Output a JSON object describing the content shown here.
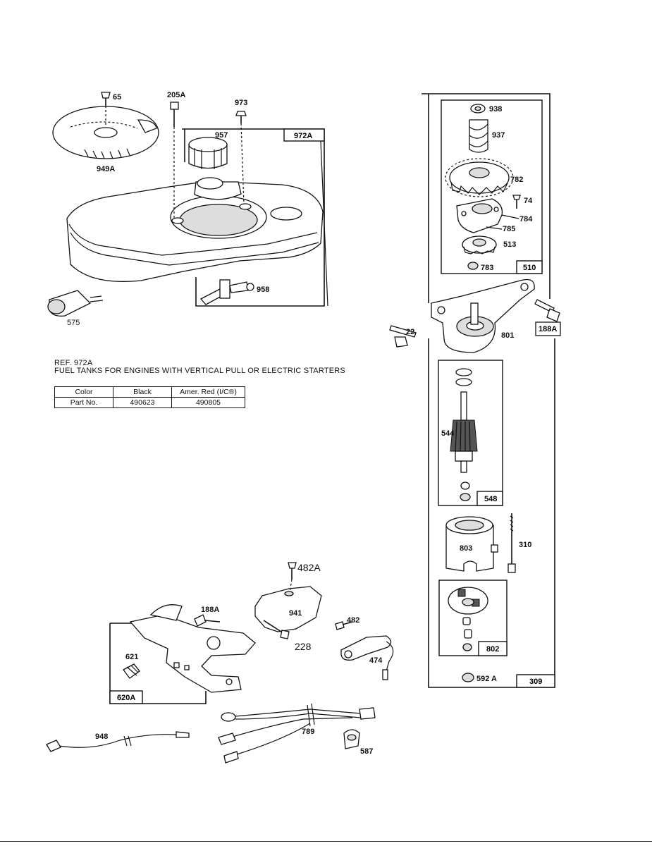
{
  "callouts": {
    "p65": "65",
    "p205A": "205A",
    "p973": "973",
    "p957": "957",
    "p972A": "972A",
    "p949A": "949A",
    "p958": "958",
    "p575": "575",
    "p938": "938",
    "p937": "937",
    "p782": "782",
    "p74": "74",
    "p784": "784",
    "p785": "785",
    "p513": "513",
    "p783": "783",
    "p510": "510",
    "p22": "22",
    "p801": "801",
    "p188A_top": "188A",
    "p544": "544",
    "p548": "548",
    "p803": "803",
    "p310": "310",
    "p802": "802",
    "p592A": "592 A",
    "p309": "309",
    "p482A": "482A",
    "p941": "941",
    "p188A_mid": "188A",
    "p228": "228",
    "p482": "482",
    "p474": "474",
    "p621": "621",
    "p620A": "620A",
    "p948": "948",
    "p789": "789",
    "p587": "587"
  },
  "reference": {
    "line1": "REF. 972A",
    "line2": "FUEL TANKS FOR ENGINES WITH VERTICAL PULL OR ELECTRIC STARTERS"
  },
  "table": {
    "header": [
      "Color",
      "Black",
      "Amer. Red (I/C®)"
    ],
    "row": [
      "Part No.",
      "490623",
      "490805"
    ]
  }
}
